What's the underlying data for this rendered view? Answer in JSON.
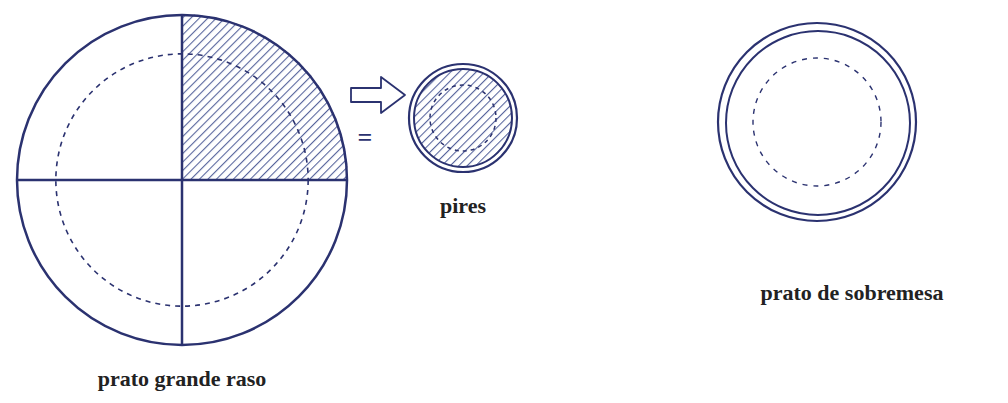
{
  "diagram": {
    "nodes": [
      {
        "text": [
          "prato grande raso"
        ]
      },
      {
        "text": [
          "pires"
        ]
      },
      {
        "text": [
          "prato de sobremesa"
        ]
      }
    ],
    "edges": [
      {
        "from": 0,
        "to": 1,
        "arrow": "to",
        "label": "="
      }
    ]
  }
}
